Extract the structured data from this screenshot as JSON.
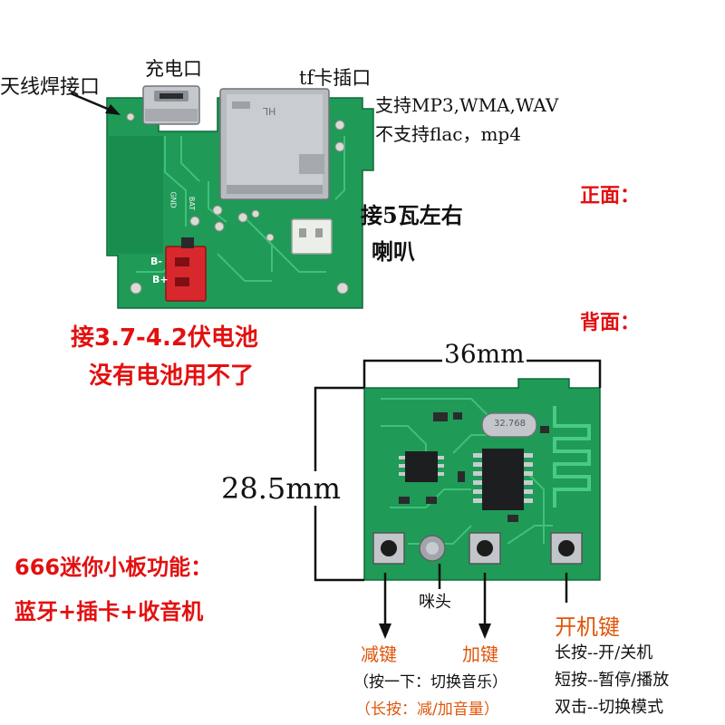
{
  "front": {
    "antenna_label": "天线焊接口",
    "charge_port_label": "充电口",
    "tf_slot_label": "tf卡插口",
    "tf_support": "支持MP3,WMA,WAV",
    "tf_not_support": "不支持flac，mp4",
    "speaker_line1": "接5瓦左右",
    "speaker_line2": "喇叭",
    "front_side_label": "正面：",
    "battery_line1": "接3.7-4.2伏电池",
    "battery_line2": "没有电池用不了",
    "silk_gnd": "GND",
    "silk_bat": "BAT",
    "silk_bminus": "B-",
    "silk_bplus": "B+",
    "sd_mark": "HL"
  },
  "back": {
    "back_side_label": "背面：",
    "width_label": "36mm",
    "height_label": "28.5mm",
    "crystal_mark": "32.768"
  },
  "features": {
    "line1": "666迷你小板功能：",
    "line2": "蓝牙+插卡+收音机"
  },
  "buttons": {
    "mic_label": "咪头",
    "minus_label": "减键",
    "plus_label": "加键",
    "short_press_note": "（按一下：切换音乐）",
    "long_press_note": "（长按：减/加音量）",
    "power_label": "开机键",
    "power_long": "长按--开/关机",
    "power_short": "短按--暂停/播放",
    "power_double": "双击--切换模式"
  },
  "colors": {
    "pcb": "#1f9a57",
    "pcb_dark": "#137a43",
    "trace": "#36b56e",
    "metal": "#b8bcc0",
    "connector_red": "#d8282e",
    "label_red": "#e31010",
    "label_orange": "#e0560a"
  }
}
